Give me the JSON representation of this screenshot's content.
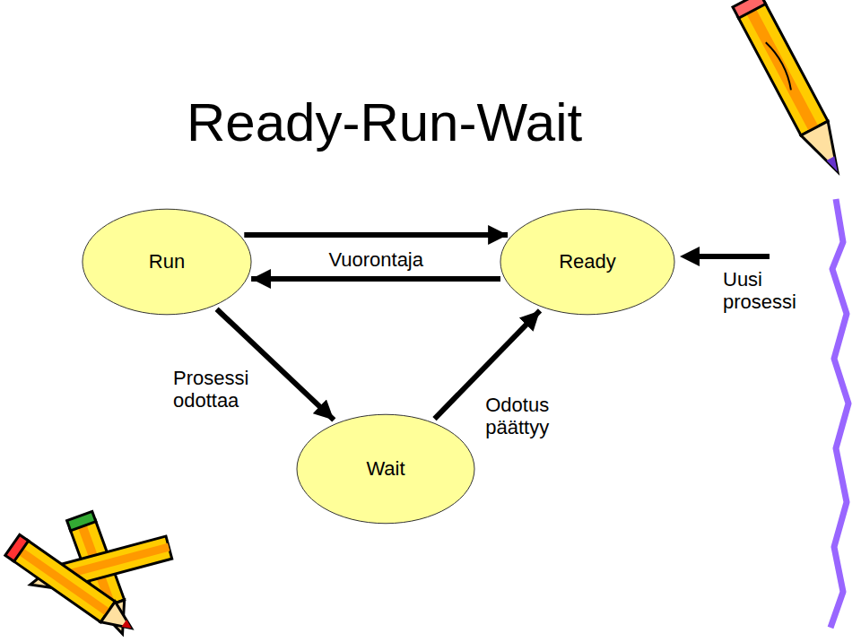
{
  "diagram": {
    "title": "Ready-Run-Wait",
    "nodes": [
      {
        "text": [
          "Run"
        ]
      },
      {
        "text": [
          "Ready"
        ]
      },
      {
        "text": [
          "Wait"
        ]
      }
    ],
    "edges": [
      {
        "from": 0,
        "to": 1,
        "arrow": "to",
        "label": "Vuorontaja"
      },
      {
        "from": 1,
        "to": 0,
        "arrow": "to"
      },
      {
        "from": 0,
        "to": 2,
        "arrow": "to",
        "label": "Prosessi odottaa"
      },
      {
        "from": 2,
        "to": 1,
        "arrow": "to",
        "label": "Odotus päättyy"
      }
    ],
    "labels": [
      "Uusi prosessi"
    ]
  }
}
